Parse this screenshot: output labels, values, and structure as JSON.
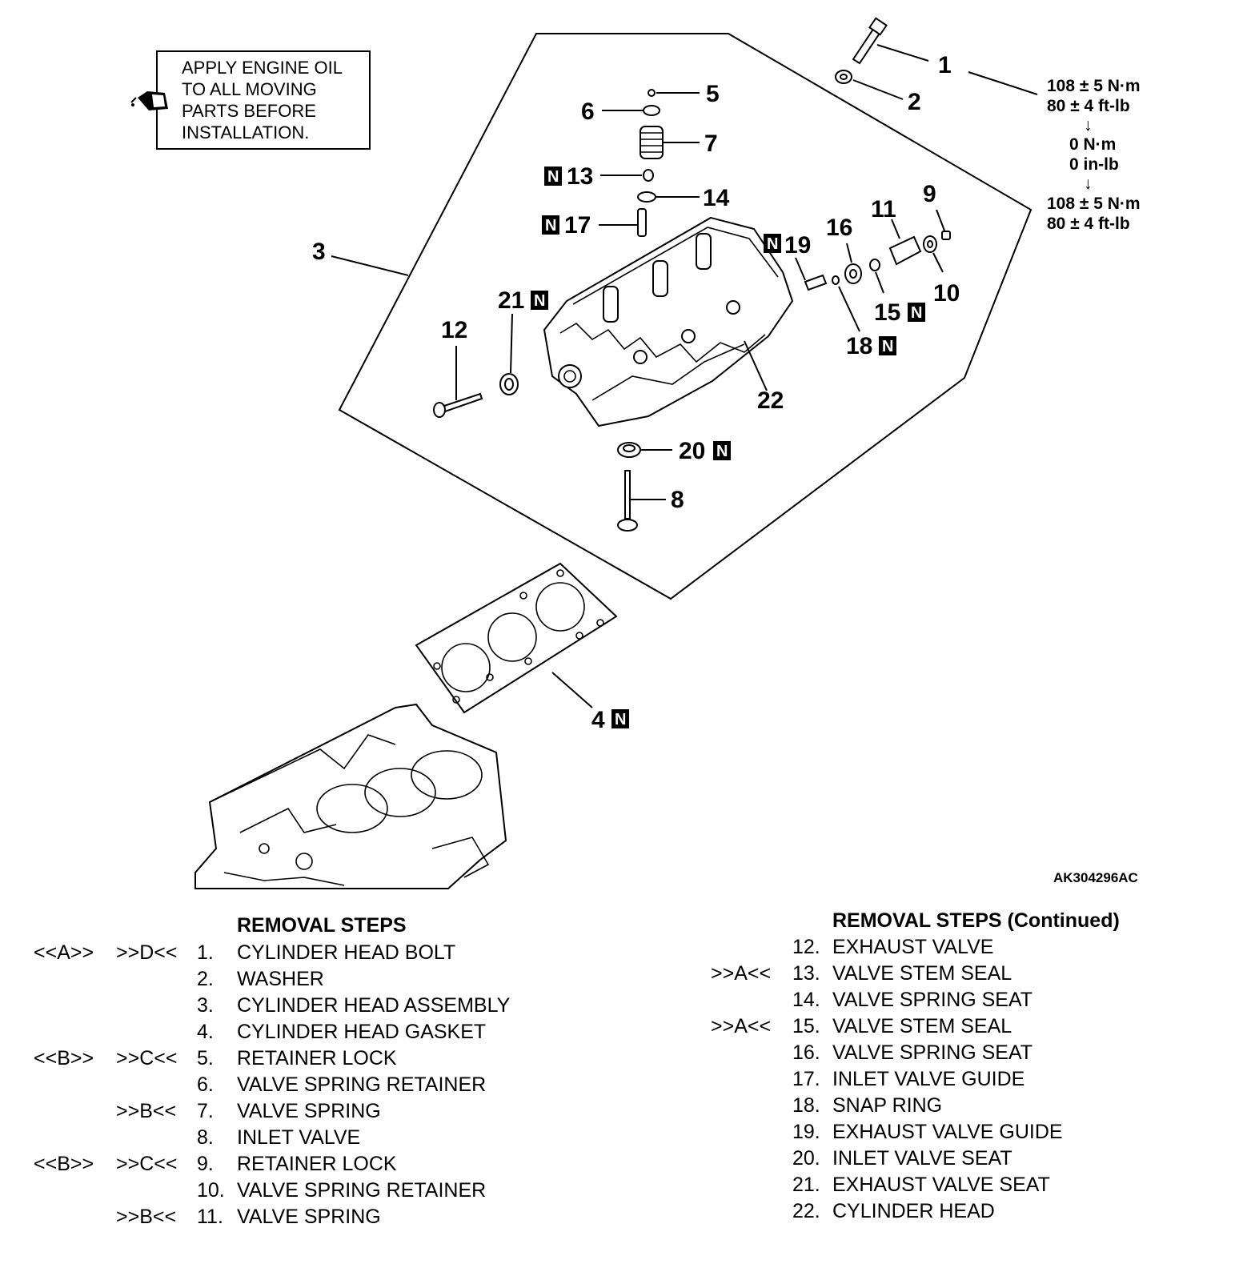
{
  "note": {
    "lines": [
      "APPLY ENGINE OIL",
      "TO ALL MOVING",
      "PARTS BEFORE",
      "INSTALLATION."
    ]
  },
  "torque_spec": {
    "line1": "108 ± 5 N·m",
    "line2": "80 ± 4 ft-lb",
    "line3": "0 N·m",
    "line4": "0 in-lb",
    "line5": "108 ± 5 N·m",
    "line6": "80 ± 4 ft-lb",
    "arrow": "↓"
  },
  "badge_letter": "N",
  "callouts": {
    "c1": "1",
    "c2": "2",
    "c3": "3",
    "c4": "4",
    "c5": "5",
    "c6": "6",
    "c7": "7",
    "c8": "8",
    "c9": "9",
    "c10": "10",
    "c11": "11",
    "c12": "12",
    "c13": "13",
    "c14": "14",
    "c15": "15",
    "c16": "16",
    "c17": "17",
    "c18": "18",
    "c19": "19",
    "c20": "20",
    "c21": "21",
    "c22": "22"
  },
  "figure_id": "AK304296AC",
  "removal_steps": {
    "title": "REMOVAL STEPS",
    "items": [
      {
        "pre": "<<A>>",
        "post": ">>D<<",
        "num": "1.",
        "label": "CYLINDER HEAD BOLT"
      },
      {
        "pre": "",
        "post": "",
        "num": "2.",
        "label": "WASHER"
      },
      {
        "pre": "",
        "post": "",
        "num": "3.",
        "label": "CYLINDER HEAD ASSEMBLY"
      },
      {
        "pre": "",
        "post": "",
        "num": "4.",
        "label": "CYLINDER HEAD GASKET"
      },
      {
        "pre": "<<B>>",
        "post": ">>C<<",
        "num": "5.",
        "label": "RETAINER LOCK"
      },
      {
        "pre": "",
        "post": "",
        "num": "6.",
        "label": "VALVE SPRING RETAINER"
      },
      {
        "pre": "",
        "post": ">>B<<",
        "num": "7.",
        "label": "VALVE SPRING"
      },
      {
        "pre": "",
        "post": "",
        "num": "8.",
        "label": "INLET VALVE"
      },
      {
        "pre": "<<B>>",
        "post": ">>C<<",
        "num": "9.",
        "label": "RETAINER LOCK"
      },
      {
        "pre": "",
        "post": "",
        "num": "10.",
        "label": "VALVE SPRING RETAINER"
      },
      {
        "pre": "",
        "post": ">>B<<",
        "num": "11.",
        "label": "VALVE SPRING"
      }
    ]
  },
  "removal_steps_continued": {
    "title": "REMOVAL STEPS (Continued)",
    "items": [
      {
        "post": "",
        "num": "12.",
        "label": "EXHAUST VALVE"
      },
      {
        "post": ">>A<<",
        "num": "13.",
        "label": "VALVE STEM SEAL"
      },
      {
        "post": "",
        "num": "14.",
        "label": "VALVE SPRING SEAT"
      },
      {
        "post": ">>A<<",
        "num": "15.",
        "label": "VALVE STEM SEAL"
      },
      {
        "post": "",
        "num": "16.",
        "label": "VALVE SPRING SEAT"
      },
      {
        "post": "",
        "num": "17.",
        "label": "INLET VALVE GUIDE"
      },
      {
        "post": "",
        "num": "18.",
        "label": "SNAP RING"
      },
      {
        "post": "",
        "num": "19.",
        "label": "EXHAUST VALVE GUIDE"
      },
      {
        "post": "",
        "num": "20.",
        "label": "INLET VALVE SEAT"
      },
      {
        "post": "",
        "num": "21.",
        "label": "EXHAUST VALVE SEAT"
      },
      {
        "post": "",
        "num": "22.",
        "label": "CYLINDER HEAD"
      }
    ]
  }
}
